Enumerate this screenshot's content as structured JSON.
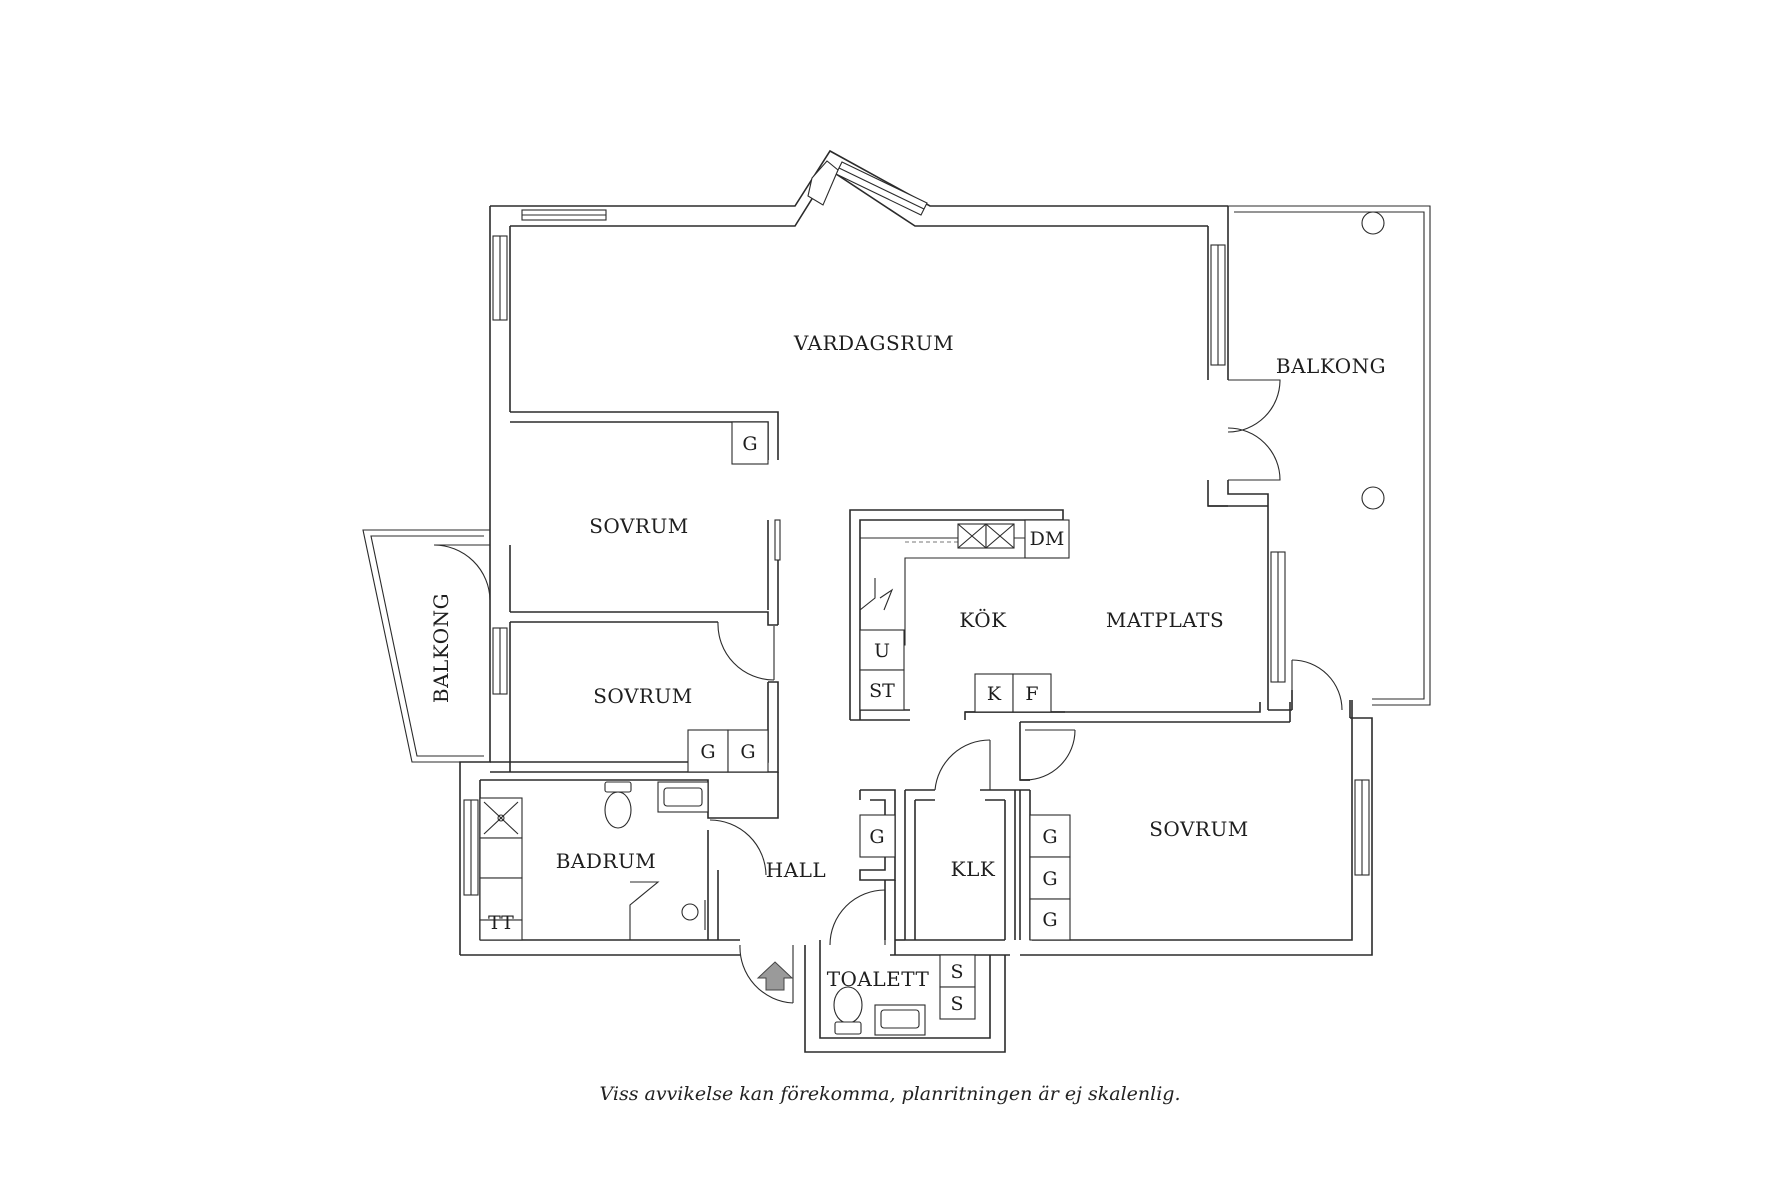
{
  "rooms": {
    "vardagsrum": "VARDAGSRUM",
    "balkong_east": "BALKONG",
    "balkong_west": "BALKONG",
    "sovrum_1": "SOVRUM",
    "sovrum_2": "SOVRUM",
    "sovrum_3": "SOVRUM",
    "kok": "KÖK",
    "matplats": "MATPLATS",
    "badrum": "BADRUM",
    "hall": "HALL",
    "klk": "KLK",
    "toalett": "TOALETT"
  },
  "fixtures": {
    "wardrobe": "G",
    "dishwasher": "DM",
    "oven": "U",
    "stove": "ST",
    "fridge": "K",
    "freezer": "F",
    "washing_machine": "TT",
    "storage": "S"
  },
  "icons": [
    "entrance-arrow-icon",
    "door-swing-icon",
    "window-icon",
    "toilet-icon",
    "sink-icon",
    "shower-icon",
    "stove-icon"
  ],
  "disclaimer": "Viss avvikelse kan förekomma, planritningen är ej skalenlig."
}
